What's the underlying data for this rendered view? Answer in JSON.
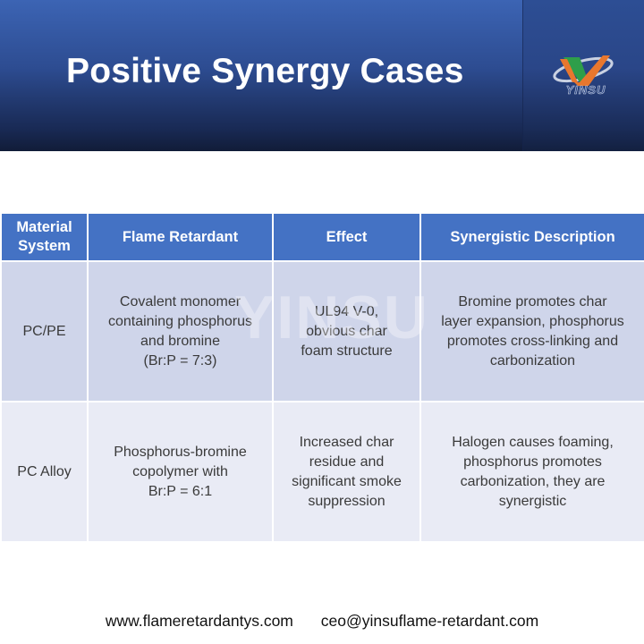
{
  "header": {
    "title": "Positive Synergy Cases",
    "logo_text": "YINSU",
    "colors": {
      "banner_top": "#3b64b3",
      "banner_bottom": "#111c38",
      "logo_green": "#2e9e4a",
      "logo_orange": "#e8772e"
    }
  },
  "table": {
    "columns": [
      "Material System",
      "Flame Retardant",
      "Effect",
      "Synergistic Description"
    ],
    "rows": [
      {
        "material_system": "PC/PE",
        "flame_retardant": "Covalent monomer\ncontaining phosphorus\nand bromine\n(Br:P = 7:3)",
        "effect": "UL94 V-0,\nobvious char\nfoam structure",
        "synergistic_description": "Bromine promotes char\nlayer expansion, phosphorus\npromotes cross-linking and\ncarbonization"
      },
      {
        "material_system": "PC Alloy",
        "flame_retardant": "Phosphorus-bromine\ncopolymer with\nBr:P = 6:1",
        "effect": "Increased char\nresidue and\nsignificant smoke\nsuppression",
        "synergistic_description": "Halogen causes foaming,\nphosphorus promotes\ncarbonization, they are\nsynergistic"
      }
    ],
    "colors": {
      "header_bg": "#4472c4",
      "row_odd_bg": "#cfd5ea",
      "row_even_bg": "#e9ebf5"
    }
  },
  "watermark": "YINSU",
  "footer": {
    "website": "www.flameretardantys.com",
    "email": "ceo@yinsuflame-retardant.com"
  }
}
